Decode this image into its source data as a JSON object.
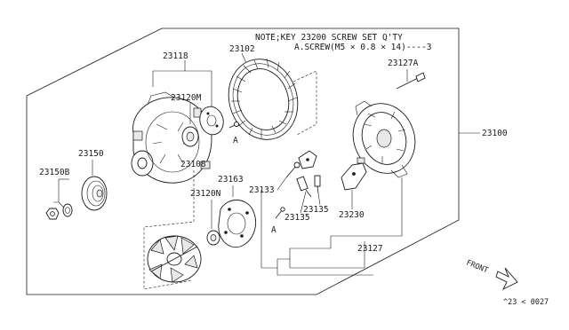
{
  "note": {
    "line1": "NOTE;KEY 23200 SCREW SET    Q'TY",
    "line2": "A.SCREW(M5 × 0.8 × 14)----3"
  },
  "parts": {
    "alternator_assy": "23100",
    "rear_cover": "23102",
    "front_cover": "23118",
    "bearing_front": "23120M",
    "bearing_rear": "23120N",
    "rotor": "23108",
    "pulley": "23150",
    "nut_washer": "23150B",
    "diode_holder": "23163",
    "terminal_set": "23133",
    "brush": "23135",
    "brush_2": "23135",
    "regulator": "23230",
    "screw_through": "23127A",
    "screw_set": "23127"
  },
  "markers": {
    "screw_a_1": "A",
    "screw_a_2": "A"
  },
  "front_label": "FRONT",
  "catalog_code": "^23 < 0027"
}
